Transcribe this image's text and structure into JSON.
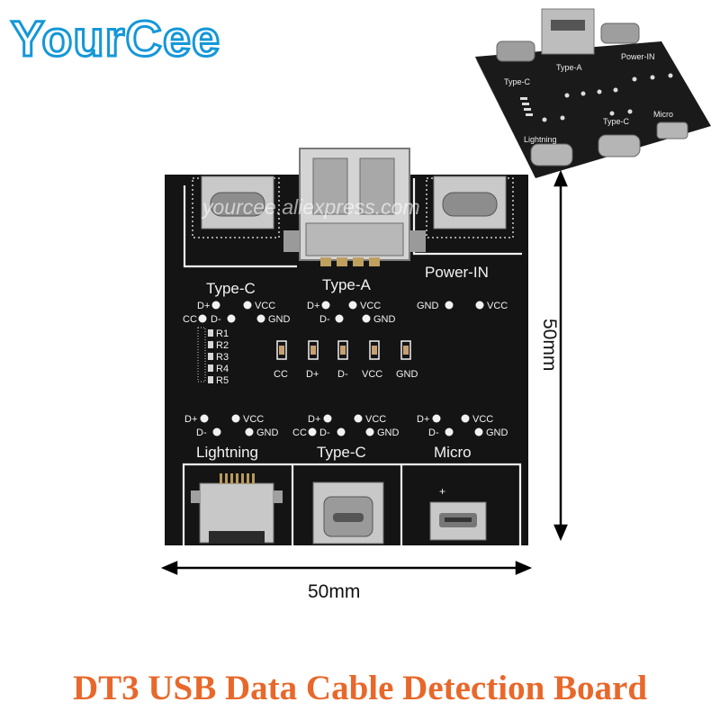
{
  "brand": {
    "name": "YourCee"
  },
  "title": "DT3 USB Data Cable Detection Board",
  "watermark": "yourcee.aliexpress.com",
  "dimensions": {
    "width": "50mm",
    "height": "50mm"
  },
  "board": {
    "ports_top": {
      "type_c": "Type-C",
      "type_a": "Type-A",
      "power_in": "Power-IN"
    },
    "ports_bottom": {
      "lightning": "Lightning",
      "type_c": "Type-C",
      "micro": "Micro"
    },
    "pins": {
      "d_plus": "D+",
      "d_minus": "D-",
      "cc": "CC",
      "vcc": "VCC",
      "gnd": "GND"
    },
    "resistors": [
      "R1",
      "R2",
      "R3",
      "R4",
      "R5"
    ],
    "leds": [
      "CC",
      "D+",
      "D-",
      "VCC",
      "GND"
    ],
    "micro_plus": "+"
  },
  "colors": {
    "board": "#141414",
    "silkscreen": "#f2f2f2",
    "title": "#e8682b",
    "brand": "#1497d8"
  }
}
